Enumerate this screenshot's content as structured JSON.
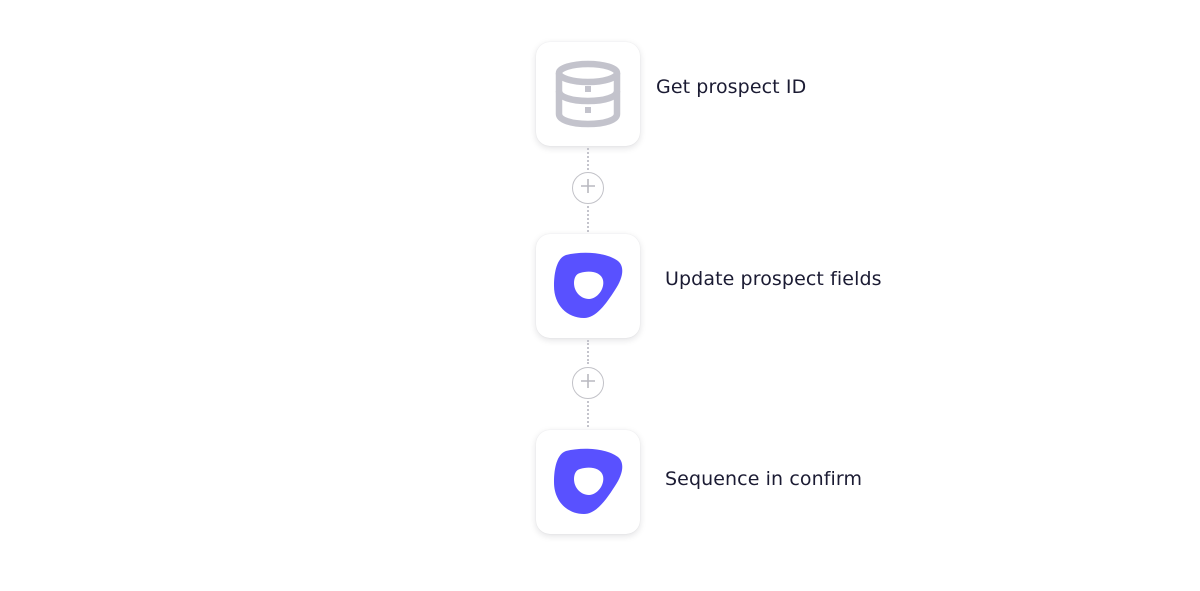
{
  "workflow": {
    "steps": [
      {
        "label": "Get prospect ID",
        "icon": "database-icon"
      },
      {
        "label": "Update prospect fields",
        "icon": "outreach-logo-icon"
      },
      {
        "label": "Sequence in confirm",
        "icon": "outreach-logo-icon"
      }
    ]
  },
  "colors": {
    "database_icon": "#c3c3cc",
    "brand_accent": "#5951ff",
    "label_text": "#1b1b33",
    "connector": "#c4c4cc"
  }
}
